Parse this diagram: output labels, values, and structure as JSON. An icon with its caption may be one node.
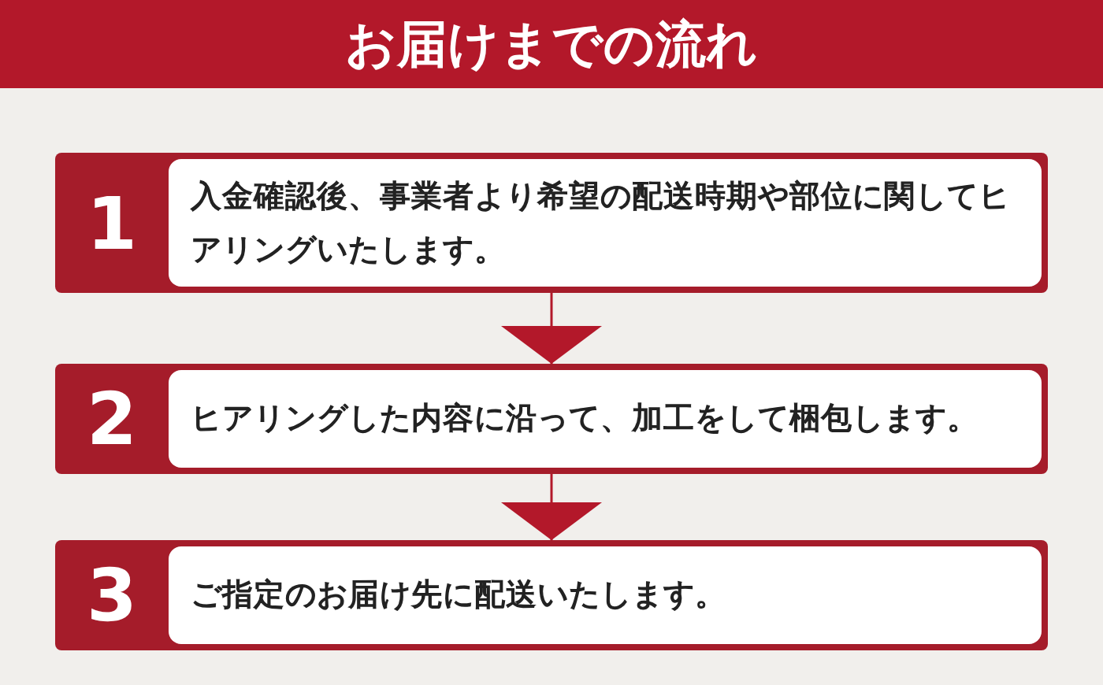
{
  "diagram": {
    "title": "お届けまでの流れ",
    "nodes": [
      {
        "text": [
          "1",
          "入金確認後、事業者より希望の配送時期や部位に関してヒアリングいたします。"
        ]
      },
      {
        "text": [
          "2",
          "ヒアリングした内容に沿って、加工をして梱包します。"
        ]
      },
      {
        "text": [
          "3",
          "ご指定のお届け先に配送いたします。"
        ]
      }
    ],
    "edges": [
      {
        "from": 0,
        "to": 1,
        "arrow": "to"
      },
      {
        "from": 1,
        "to": 2,
        "arrow": "to"
      }
    ]
  }
}
